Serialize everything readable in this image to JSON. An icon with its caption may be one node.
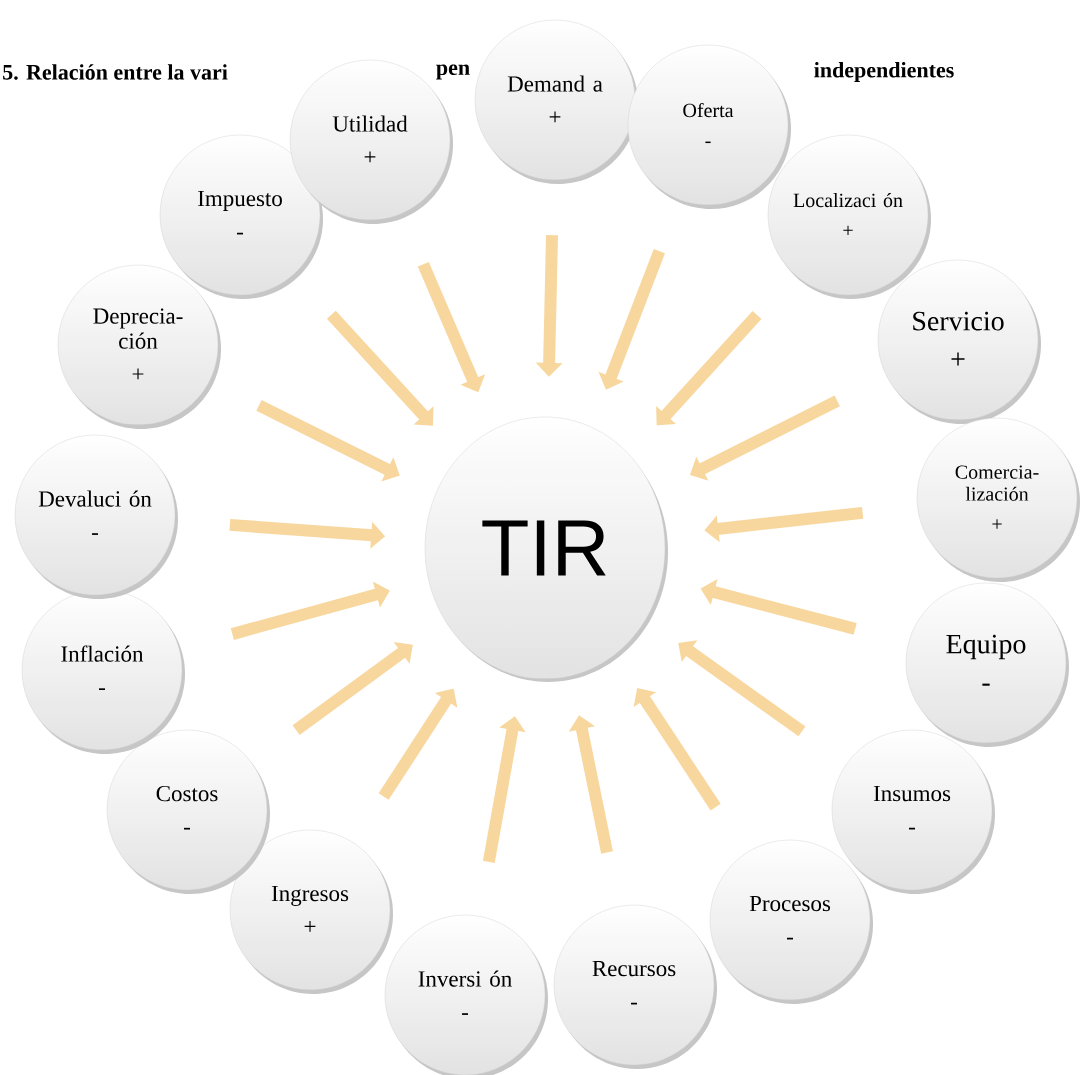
{
  "diagram": {
    "title": "5. Relación entre la vari",
    "nodes": [
      {
        "text": [
          "TIR"
        ]
      },
      {
        "text": [
          "Demand a",
          "+"
        ]
      },
      {
        "text": [
          "Oferta",
          "-"
        ]
      },
      {
        "text": [
          "Localizaci ón",
          "+"
        ]
      },
      {
        "text": [
          "Servicio",
          "+"
        ]
      },
      {
        "text": [
          "Comercia- lización",
          "+"
        ]
      },
      {
        "text": [
          "Equipo",
          "-"
        ]
      },
      {
        "text": [
          "Insumos",
          "-"
        ]
      },
      {
        "text": [
          "Procesos",
          "-"
        ]
      },
      {
        "text": [
          "Recursos",
          "-"
        ]
      },
      {
        "text": [
          "Inversi ón",
          "-"
        ]
      },
      {
        "text": [
          "Ingresos",
          "+"
        ]
      },
      {
        "text": [
          "Costos",
          "-"
        ]
      },
      {
        "text": [
          "Inflación",
          "-"
        ]
      },
      {
        "text": [
          "Devaluci ón",
          "-"
        ]
      },
      {
        "text": [
          "Deprecia- ción",
          "+"
        ]
      },
      {
        "text": [
          "Impuesto",
          "-"
        ]
      },
      {
        "text": [
          "Utilidad",
          "+"
        ]
      }
    ],
    "edges": [
      {
        "from": 1,
        "to": 0,
        "arrow": "to"
      },
      {
        "from": 2,
        "to": 0,
        "arrow": "to"
      },
      {
        "from": 3,
        "to": 0,
        "arrow": "to"
      },
      {
        "from": 4,
        "to": 0,
        "arrow": "to"
      },
      {
        "from": 5,
        "to": 0,
        "arrow": "to"
      },
      {
        "from": 6,
        "to": 0,
        "arrow": "to"
      },
      {
        "from": 7,
        "to": 0,
        "arrow": "to"
      },
      {
        "from": 8,
        "to": 0,
        "arrow": "to"
      },
      {
        "from": 9,
        "to": 0,
        "arrow": "to"
      },
      {
        "from": 10,
        "to": 0,
        "arrow": "to"
      },
      {
        "from": 11,
        "to": 0,
        "arrow": "to"
      },
      {
        "from": 12,
        "to": 0,
        "arrow": "to"
      },
      {
        "from": 13,
        "to": 0,
        "arrow": "to"
      },
      {
        "from": 14,
        "to": 0,
        "arrow": "to"
      },
      {
        "from": 15,
        "to": 0,
        "arrow": "to"
      },
      {
        "from": 16,
        "to": 0,
        "arrow": "to"
      },
      {
        "from": 17,
        "to": 0,
        "arrow": "to"
      }
    ],
    "labels": [
      "pen",
      "independientes"
    ]
  }
}
